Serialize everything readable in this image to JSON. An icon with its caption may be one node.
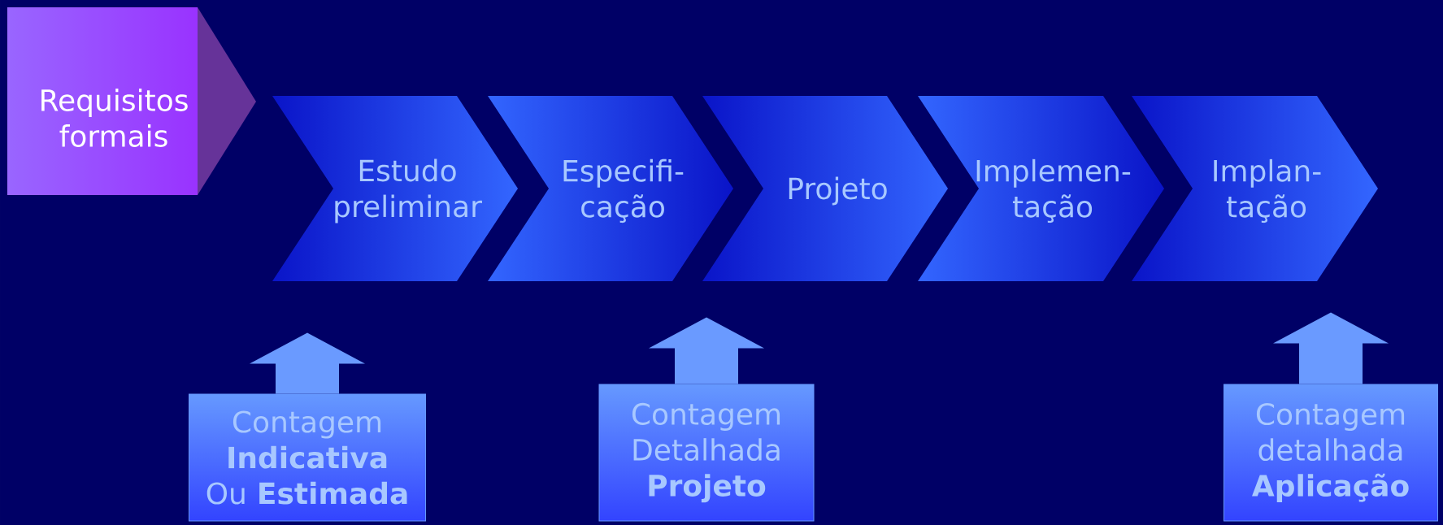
{
  "diagram": {
    "nodes": [
      {
        "text": [
          "Requisitos formais"
        ]
      },
      {
        "text": [
          "Estudo preliminar"
        ]
      },
      {
        "text": [
          "Especifi- cação"
        ]
      },
      {
        "text": [
          "Projeto"
        ]
      },
      {
        "text": [
          "Implemen- tação"
        ]
      },
      {
        "text": [
          "Implan- tação"
        ]
      },
      {
        "text": [
          "Contagem **Indicativa** Ou **Estimada**"
        ]
      },
      {
        "text": [
          "Contagem Detalhada **Projeto**"
        ]
      },
      {
        "text": [
          "Contagem detalhada **Aplicação**"
        ]
      }
    ],
    "edges": [
      {
        "from": 6,
        "to": null,
        "arrow": "to"
      },
      {
        "from": 7,
        "to": null,
        "arrow": "to"
      },
      {
        "from": 8,
        "to": null,
        "arrow": "to"
      }
    ]
  }
}
